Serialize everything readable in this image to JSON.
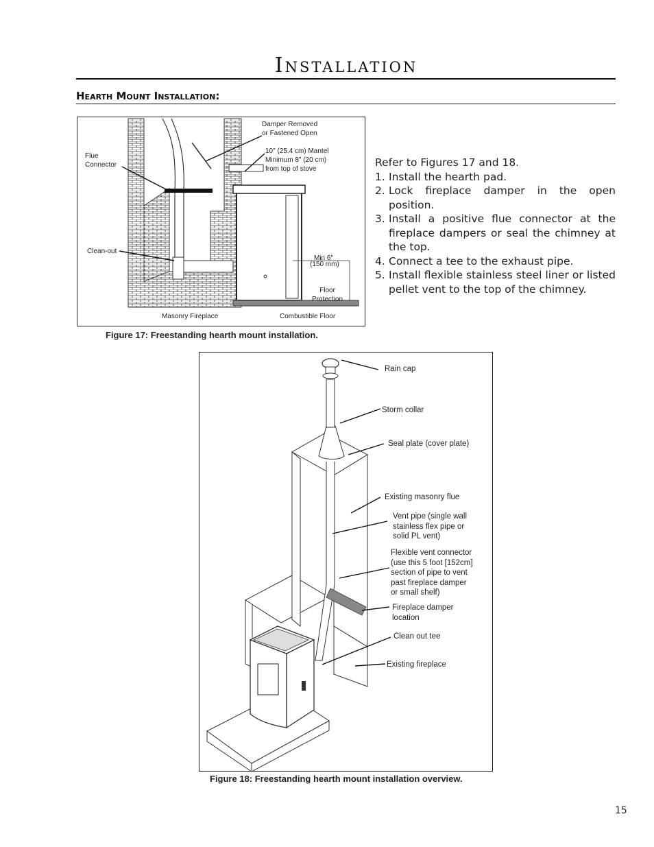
{
  "header": {
    "title": "Installation",
    "section_heading": "Hearth Mount Installation:"
  },
  "figure17": {
    "labels": {
      "damper": "Damper Removed\nor Fastened Open",
      "mantel": "10\" (25.4 cm) Mantel\nMinimum 8\" (20 cm)\nfrom top of stove",
      "flue_connector": "Flue\nConnector",
      "clean_out": "Clean-out",
      "min_6": "Min 6\"",
      "mm_150": "(150 mm)",
      "floor_protection": "Floor\nProtection",
      "masonry_fireplace": "Masonry Fireplace",
      "combustible_floor": "Combustible Floor"
    },
    "caption": "Figure 17: Freestanding hearth mount installation."
  },
  "instructions": {
    "intro": "Refer to Figures 17 and 18.",
    "steps": [
      {
        "num": "1.",
        "text": "Install the hearth pad."
      },
      {
        "num": "2.",
        "text": "Lock fireplace damper in the open position."
      },
      {
        "num": "3.",
        "text": "Install a positive flue connector at the fireplace dampers or seal the chimney at the top."
      },
      {
        "num": "4.",
        "text": "Connect a tee to the exhaust pipe."
      },
      {
        "num": "5.",
        "text": "Install flexible stainless steel liner or listed pellet vent to the top of the chimney."
      }
    ]
  },
  "figure18": {
    "labels": {
      "rain_cap": "Rain cap",
      "storm_collar": "Storm collar",
      "seal_plate": "Seal plate (cover plate)",
      "masonry_flue": "Existing masonry flue",
      "vent_pipe": "Vent pipe (single wall\nstainless flex pipe or\nsolid PL vent)",
      "flex_connector": "Flexible vent connector\n(use this 5 foot [152cm]\nsection of pipe to vent\npast fireplace damper\nor small shelf)",
      "damper_location": "Fireplace damper\nlocation",
      "clean_out_tee": "Clean out tee",
      "existing_fireplace": "Existing fireplace"
    },
    "caption": "Figure 18: Freestanding hearth mount installation overview."
  },
  "footer": {
    "page_number": "15"
  }
}
